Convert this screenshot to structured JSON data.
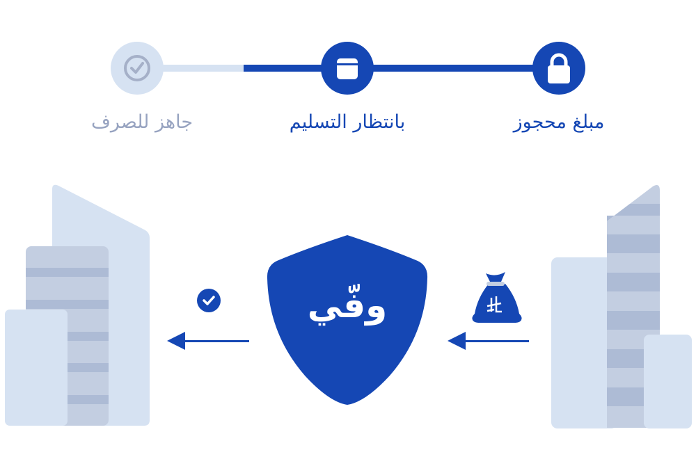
{
  "steps": [
    {
      "label": "مبلغ محجوز",
      "icon": "lock-icon",
      "state": "done"
    },
    {
      "label": "بانتظار التسليم",
      "icon": "box-icon",
      "state": "current"
    },
    {
      "label": "جاهز للصرف",
      "icon": "check-circle-icon",
      "state": "pending"
    }
  ],
  "brand": "وفّي",
  "currency_symbol": "⃁",
  "colors": {
    "primary": "#1547b4",
    "inactive": "#d6e2f2",
    "inactive_text": "#97a3c0",
    "building": "#c3cee1",
    "stripe": "#adbbd5"
  }
}
